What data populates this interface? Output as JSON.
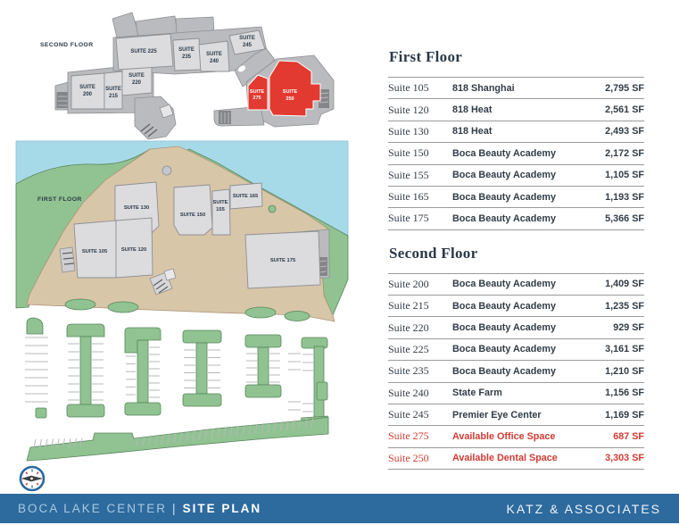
{
  "first_floor_table": {
    "title": "First Floor",
    "rows": [
      {
        "suite": "Suite 105",
        "tenant": "818 Shanghai",
        "sf": "2,795 SF"
      },
      {
        "suite": "Suite 120",
        "tenant": "818 Heat",
        "sf": "2,561 SF"
      },
      {
        "suite": "Suite 130",
        "tenant": "818 Heat",
        "sf": "2,493 SF"
      },
      {
        "suite": "Suite 150",
        "tenant": "Boca Beauty Academy",
        "sf": "2,172 SF"
      },
      {
        "suite": "Suite 155",
        "tenant": "Boca Beauty Academy",
        "sf": "1,105 SF"
      },
      {
        "suite": "Suite 165",
        "tenant": "Boca Beauty Academy",
        "sf": "1,193 SF"
      },
      {
        "suite": "Suite 175",
        "tenant": "Boca Beauty Academy",
        "sf": "5,366 SF"
      }
    ]
  },
  "second_floor_table": {
    "title": "Second Floor",
    "rows": [
      {
        "suite": "Suite 200",
        "tenant": "Boca Beauty Academy",
        "sf": "1,409 SF"
      },
      {
        "suite": "Suite 215",
        "tenant": "Boca Beauty Academy",
        "sf": "1,235 SF"
      },
      {
        "suite": "Suite 220",
        "tenant": "Boca Beauty Academy",
        "sf": "929 SF"
      },
      {
        "suite": "Suite 225",
        "tenant": "Boca Beauty Academy",
        "sf": "3,161 SF"
      },
      {
        "suite": "Suite 235",
        "tenant": "Boca Beauty Academy",
        "sf": "1,210 SF"
      },
      {
        "suite": "Suite 240",
        "tenant": "State Farm",
        "sf": "1,156 SF"
      },
      {
        "suite": "Suite 245",
        "tenant": "Premier Eye Center",
        "sf": "1,169 SF"
      },
      {
        "suite": "Suite 275",
        "tenant": "Available Office Space",
        "sf": "687 SF",
        "available": true
      },
      {
        "suite": "Suite 250",
        "tenant": "Available Dental Space",
        "sf": "3,303 SF",
        "available": true
      }
    ]
  },
  "plan_labels": {
    "second_floor": "SECOND FLOOR",
    "first_floor": "FIRST FLOOR",
    "suite_word": "SUITE",
    "n200": "200",
    "n215": "215",
    "n220": "220",
    "s225": "SUITE 225",
    "n235": "235",
    "n240": "240",
    "n245": "245",
    "n275": "275",
    "n250": "250",
    "s130": "SUITE 130",
    "s150": "SUITE 150",
    "n155": "155",
    "s165": "SUITE 165",
    "s105": "SUITE 105",
    "s120": "SUITE 120",
    "s175": "SUITE 175"
  },
  "footer": {
    "project": "BOCA LAKE CENTER",
    "separator": "|",
    "sheet": "SITE PLAN",
    "company": "KATZ & ASSOCIATES"
  },
  "colors": {
    "accent_blue": "#2d6a9e",
    "available_red": "#d03b33",
    "highlight_red": "#e23a30",
    "water": "#a7dae8",
    "landscape_green": "#90c391",
    "ground_tan": "#d8c6a9"
  }
}
